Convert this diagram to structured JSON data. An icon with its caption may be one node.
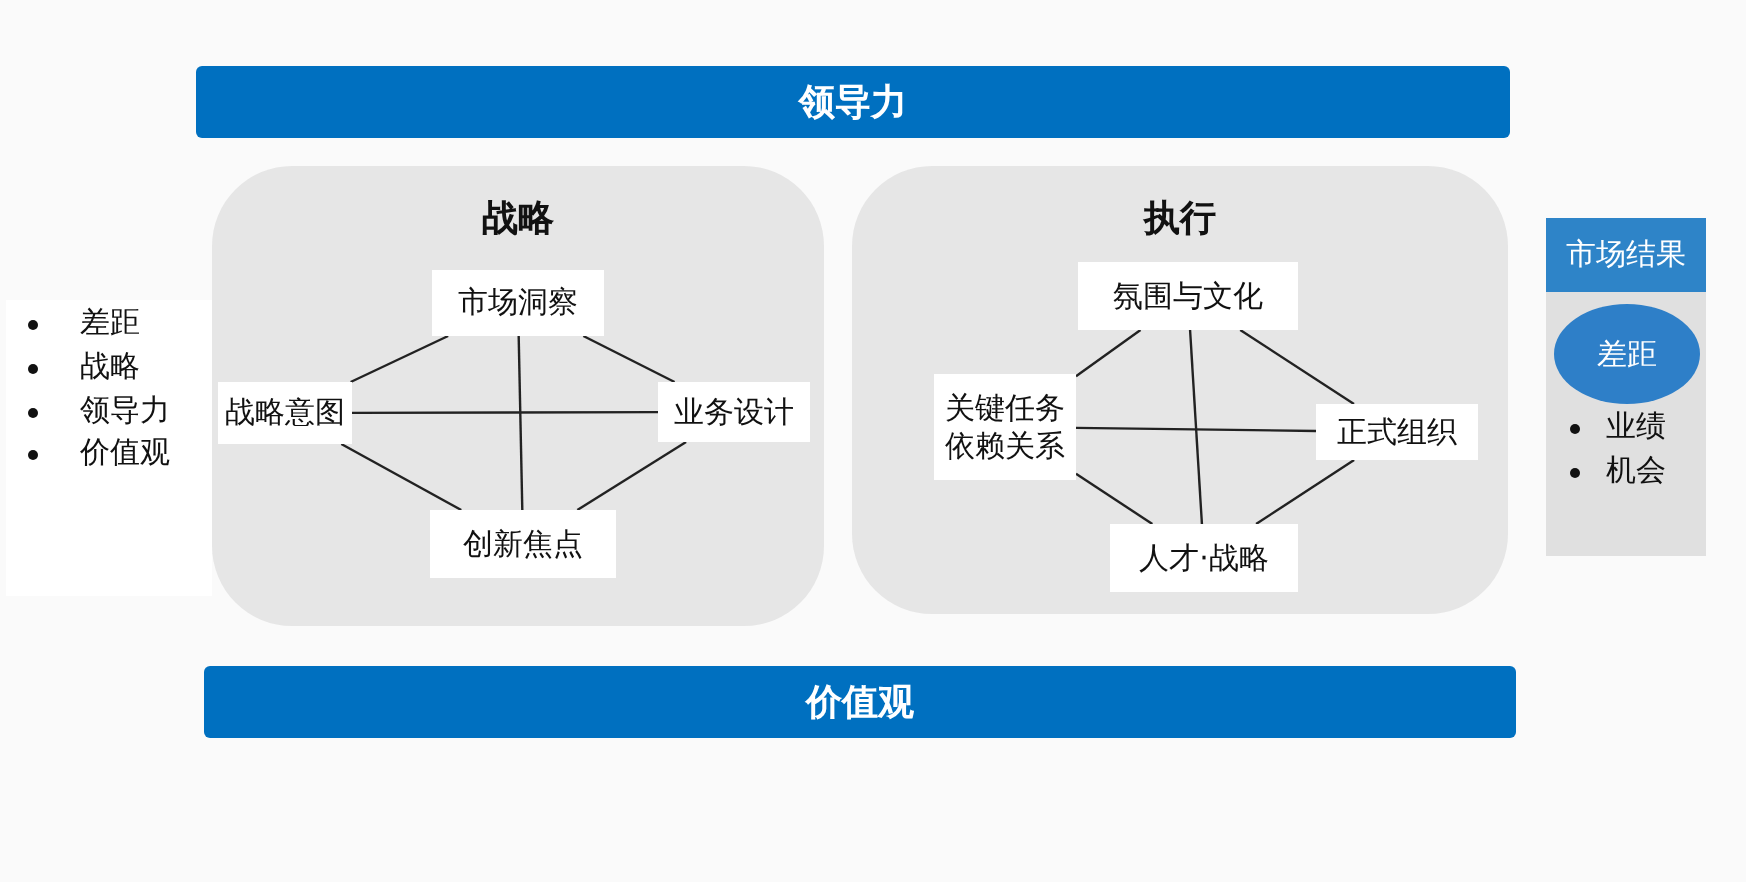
{
  "diagram": {
    "nodes": [
      {
        "text": [
          "领导力"
        ]
      },
      {
        "text": [
          "战略"
        ]
      },
      {
        "text": [
          "市场洞察"
        ],
        "in": 1
      },
      {
        "text": [
          "战略意图"
        ],
        "in": 1
      },
      {
        "text": [
          "业务设计"
        ],
        "in": 1
      },
      {
        "text": [
          "创新焦点"
        ],
        "in": 1
      },
      {
        "text": [
          "执行"
        ]
      },
      {
        "text": [
          "氛围与文化"
        ],
        "in": 6
      },
      {
        "text": [
          "关键任务依赖关系"
        ],
        "in": 6
      },
      {
        "text": [
          "正式组织"
        ],
        "in": 6
      },
      {
        "text": [
          "人才·战略"
        ],
        "in": 6
      },
      {
        "text": [
          "市场结果"
        ]
      },
      {
        "text": [
          "差距"
        ],
        "in": 11
      },
      {
        "text": [
          "价值观"
        ]
      }
    ],
    "edges": [
      {
        "from": 3,
        "to": 2,
        "arrow": "none"
      },
      {
        "from": 2,
        "to": 4,
        "arrow": "none"
      },
      {
        "from": 3,
        "to": 5,
        "arrow": "none"
      },
      {
        "from": 5,
        "to": 4,
        "arrow": "none"
      },
      {
        "from": 3,
        "to": 4,
        "arrow": "none"
      },
      {
        "from": 2,
        "to": 5,
        "arrow": "none"
      },
      {
        "from": 8,
        "to": 7,
        "arrow": "none"
      },
      {
        "from": 7,
        "to": 9,
        "arrow": "none"
      },
      {
        "from": 8,
        "to": 10,
        "arrow": "none"
      },
      {
        "from": 10,
        "to": 9,
        "arrow": "none"
      },
      {
        "from": 8,
        "to": 9,
        "arrow": "none"
      },
      {
        "from": 7,
        "to": 10,
        "arrow": "none"
      }
    ],
    "labels": [
      "差距",
      "战略",
      "领导力",
      "价值观",
      "业绩",
      "机会"
    ]
  }
}
